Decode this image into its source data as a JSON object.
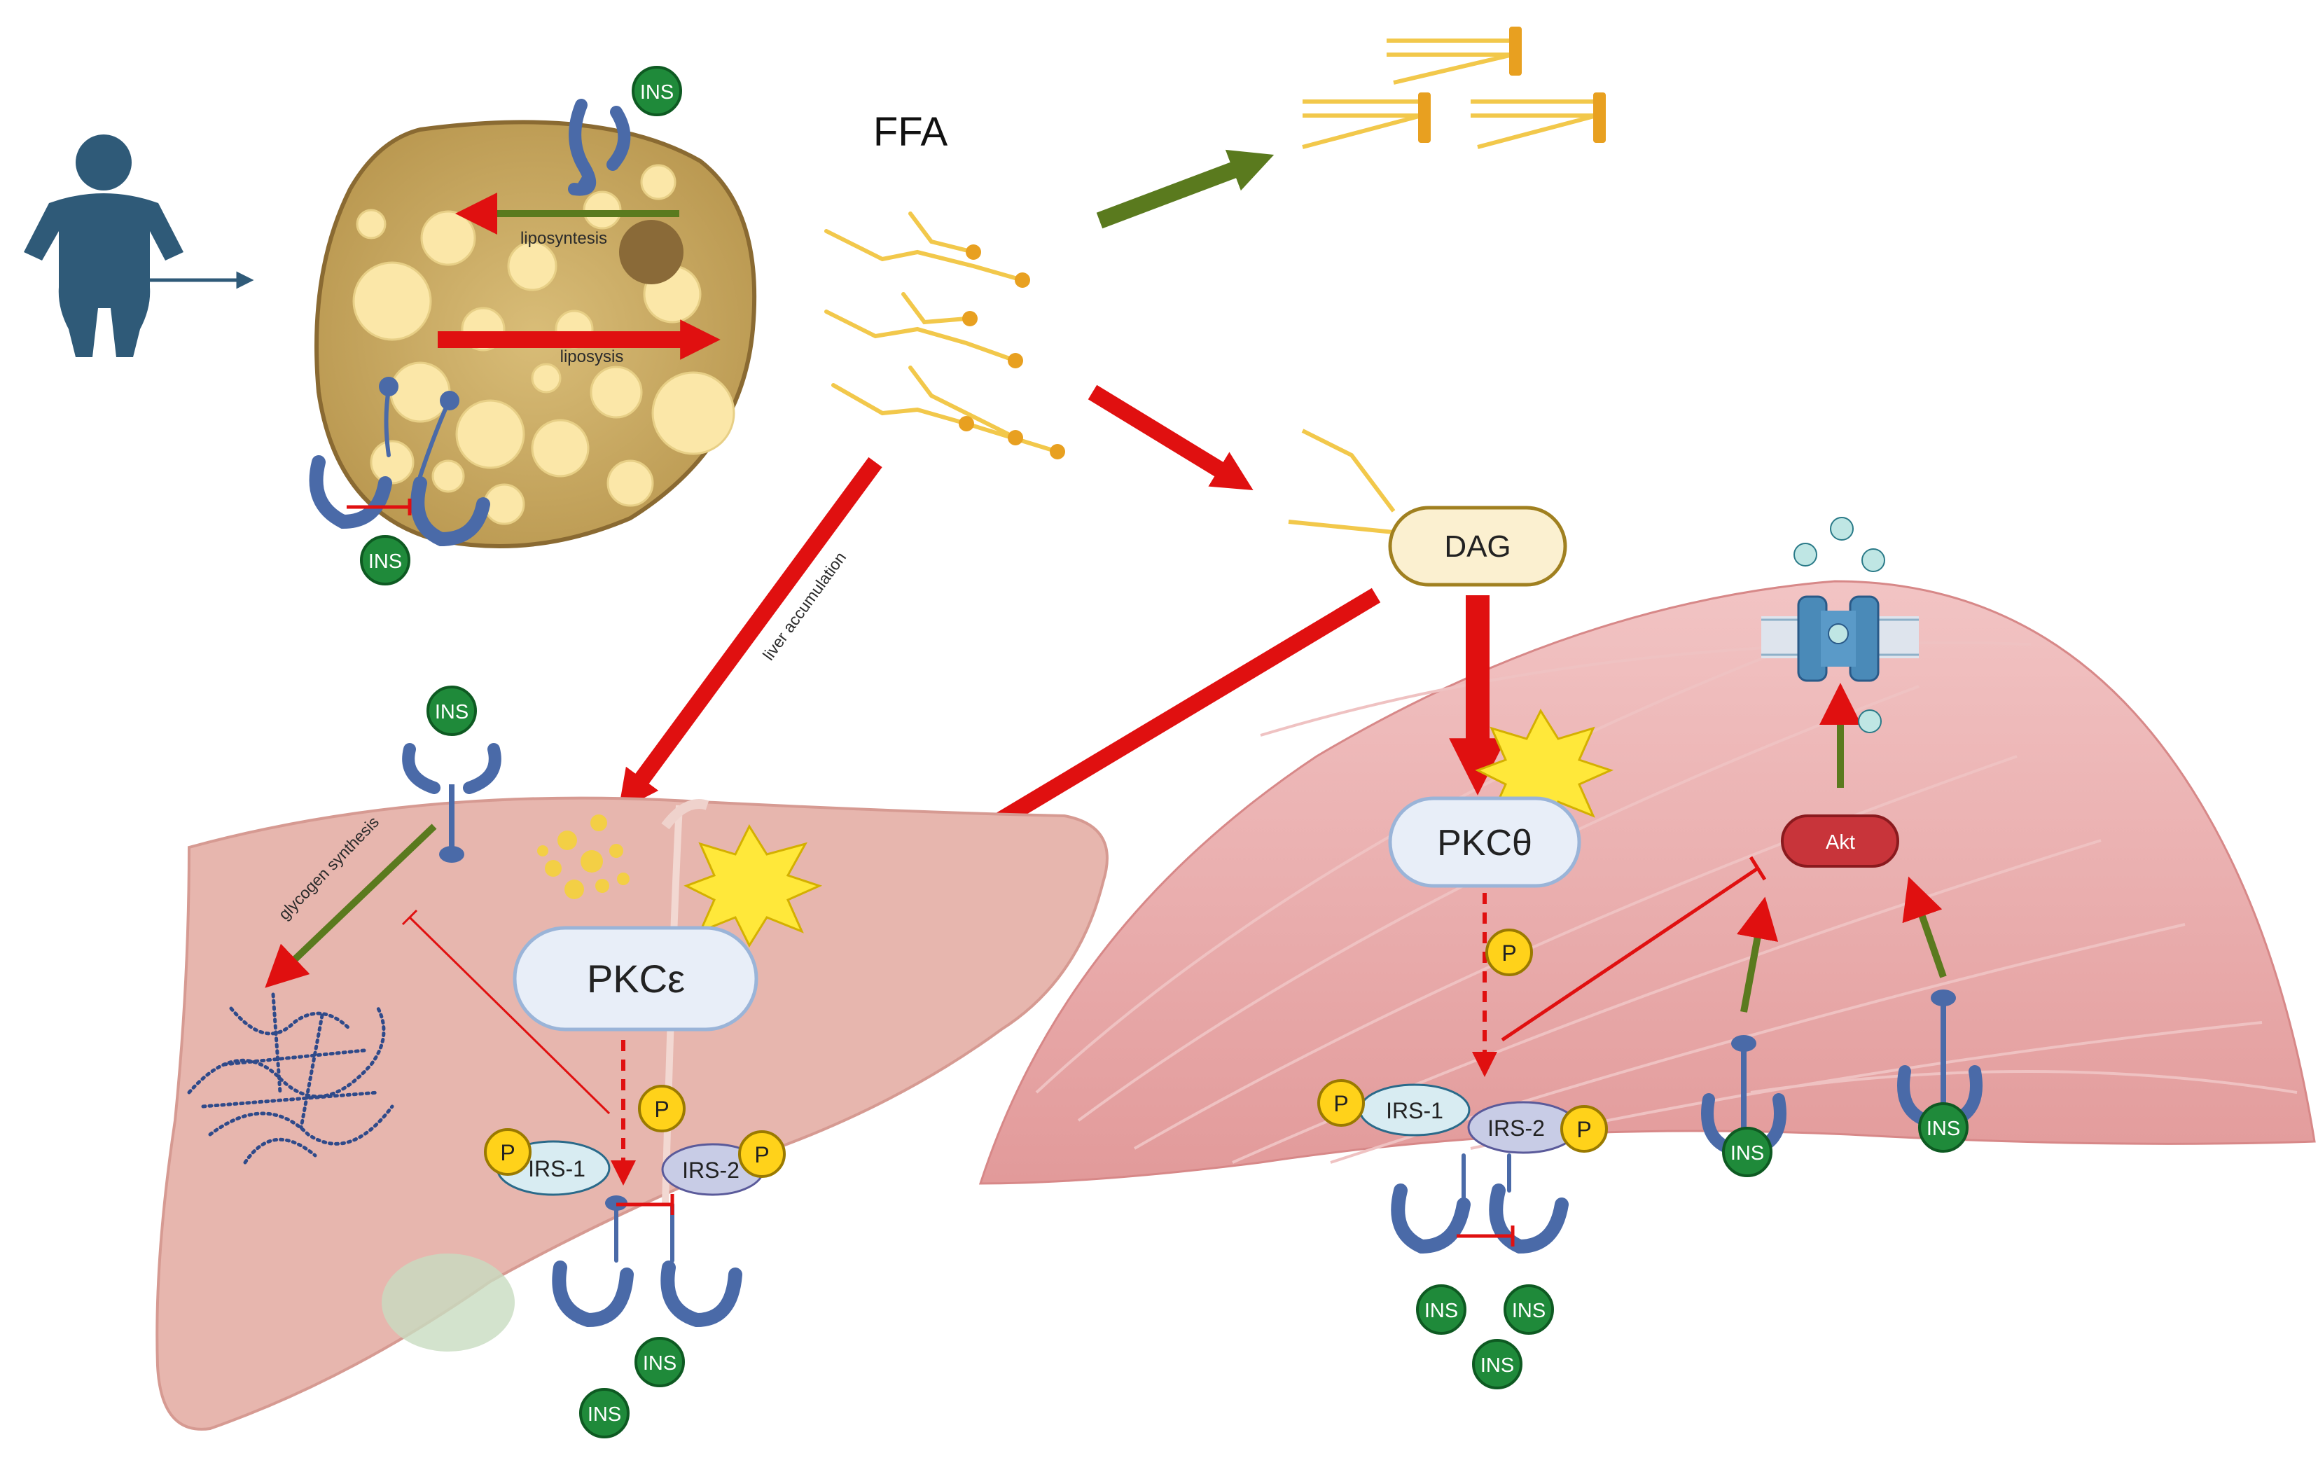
{
  "labels": {
    "ffa": "FFA",
    "dag": "DAG",
    "pkc_epsilon": "PKCε",
    "pkc_theta": "PKCθ",
    "akt": "Akt",
    "irs1": "IRS-1",
    "irs2": "IRS-2",
    "ins": "INS",
    "p": "P",
    "liposyntesis": "liposyntesis",
    "liposysis": "liposysis",
    "liver_accumulation": "liver accumulation",
    "glycogen_synthesis": "glycogen synthesis"
  },
  "colors": {
    "inhibit_red": "#e01010",
    "activate_green": "#5a7a1e",
    "ins_green": "#1f8a3a",
    "receptor_blue": "#4a6aa8",
    "phospho_yellow": "#ffd21a",
    "fatty_acid": "#f2c84b",
    "liver": "#e7b6ae",
    "muscle": "#e8a8a8",
    "adipocyte": "#c8a860",
    "human": "#2f5a78"
  }
}
